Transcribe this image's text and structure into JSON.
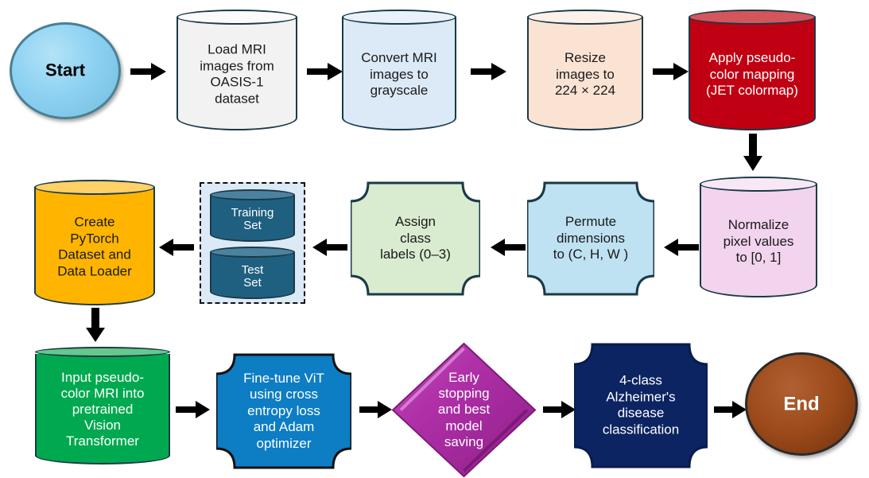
{
  "diagram": {
    "title": "Alzheimer's MRI classification pipeline flowchart",
    "type": "flowchart",
    "colors": {
      "start_fill": "#8ed2f2",
      "load_fill": "#f2f2f2",
      "convert_fill": "#dce9f7",
      "resize_fill": "#fbe3d4",
      "pseudocolor_fill": "#c00012",
      "normalize_fill": "#f2d4ee",
      "permute_fill": "#bfe2f2",
      "assign_fill": "#d9ecd0",
      "split_group_fill": "#dce9f7",
      "split_cyl_fill": "#1f6080",
      "pytorch_fill": "#ffb500",
      "input_fill": "#00a94f",
      "finetune_fill": "#0d7dc4",
      "earlystop_fill": "#b030a8",
      "classify_fill": "#0c2461",
      "end_fill": "#9c4a1a",
      "outline": "#1b3a47",
      "arrow": "#000000"
    },
    "nodes": [
      {
        "id": "start",
        "shape": "ellipse",
        "label": "Start"
      },
      {
        "id": "load",
        "shape": "cylinder",
        "label": "Load MRI\nimages from\nOASIS-1\ndataset"
      },
      {
        "id": "convert",
        "shape": "cylinder",
        "label": "Convert MRI\nimages to\ngrayscale"
      },
      {
        "id": "resize",
        "shape": "cylinder",
        "label": "Resize\nimages to\n224 × 224"
      },
      {
        "id": "pseudocolor",
        "shape": "cylinder",
        "label": "Apply pseudo-\ncolor mapping\n(JET colormap)"
      },
      {
        "id": "normalize",
        "shape": "cylinder",
        "label": "Normalize\npixel values\nto [0, 1]"
      },
      {
        "id": "permute",
        "shape": "concave",
        "label": "Permute\ndimensions\nto (C, H, W )"
      },
      {
        "id": "assign",
        "shape": "concave",
        "label": "Assign\nclass\nlabels (0–3)"
      },
      {
        "id": "split_group",
        "shape": "group",
        "label": ""
      },
      {
        "id": "training_set",
        "shape": "cylinder",
        "label": "Training\nSet"
      },
      {
        "id": "test_set",
        "shape": "cylinder",
        "label": "Test\nSet"
      },
      {
        "id": "pytorch",
        "shape": "cylinder",
        "label": "Create\nPyTorch\nDataset and\nData Loader"
      },
      {
        "id": "input_vit",
        "shape": "cylinder",
        "label": "Input pseudo-\ncolor MRI into\npretrained\nVision\nTransformer"
      },
      {
        "id": "finetune",
        "shape": "concave",
        "label": "Fine-tune ViT\nusing cross\nentropy loss\nand Adam\noptimizer"
      },
      {
        "id": "earlystop",
        "shape": "diamond",
        "label": "Early\nstopping\nand best\nmodel\nsaving"
      },
      {
        "id": "classify",
        "shape": "concave",
        "label": "4-class\nAlzheimer's\ndisease\nclassification"
      },
      {
        "id": "end",
        "shape": "ellipse",
        "label": "End"
      }
    ],
    "labels": {
      "start": "Start",
      "load": "Load MRI\nimages from\nOASIS-1\ndataset",
      "convert": "Convert MRI\nimages to\ngrayscale",
      "resize": "Resize\nimages to\n224 × 224",
      "pseudocolor": "Apply pseudo-\ncolor mapping\n(JET colormap)",
      "normalize": "Normalize\npixel values\nto [0, 1]",
      "permute": "Permute\ndimensions\nto (C, H, W )",
      "assign": "Assign\nclass\nlabels (0–3)",
      "training_set": "Training\nSet",
      "test_set": "Test\nSet",
      "pytorch": "Create\nPyTorch\nDataset and\nData Loader",
      "input_vit": "Input pseudo-\ncolor MRI into\npretrained\nVision\nTransformer",
      "finetune": "Fine-tune ViT\nusing cross\nentropy loss\nand Adam\noptimizer",
      "earlystop": "Early\nstopping\nand best\nmodel\nsaving",
      "classify": "4-class\nAlzheimer's\ndisease\nclassification",
      "end": "End"
    },
    "edges": [
      {
        "from": "start",
        "to": "load",
        "direction": "right"
      },
      {
        "from": "load",
        "to": "convert",
        "direction": "right"
      },
      {
        "from": "convert",
        "to": "resize",
        "direction": "right"
      },
      {
        "from": "resize",
        "to": "pseudocolor",
        "direction": "right"
      },
      {
        "from": "pseudocolor",
        "to": "normalize",
        "direction": "down"
      },
      {
        "from": "normalize",
        "to": "permute",
        "direction": "left"
      },
      {
        "from": "permute",
        "to": "assign",
        "direction": "left"
      },
      {
        "from": "assign",
        "to": "split_group",
        "direction": "left"
      },
      {
        "from": "split_group",
        "to": "pytorch",
        "direction": "left"
      },
      {
        "from": "pytorch",
        "to": "input_vit",
        "direction": "down"
      },
      {
        "from": "input_vit",
        "to": "finetune",
        "direction": "right"
      },
      {
        "from": "finetune",
        "to": "earlystop",
        "direction": "right"
      },
      {
        "from": "earlystop",
        "to": "classify",
        "direction": "right"
      },
      {
        "from": "classify",
        "to": "end",
        "direction": "right"
      }
    ]
  }
}
